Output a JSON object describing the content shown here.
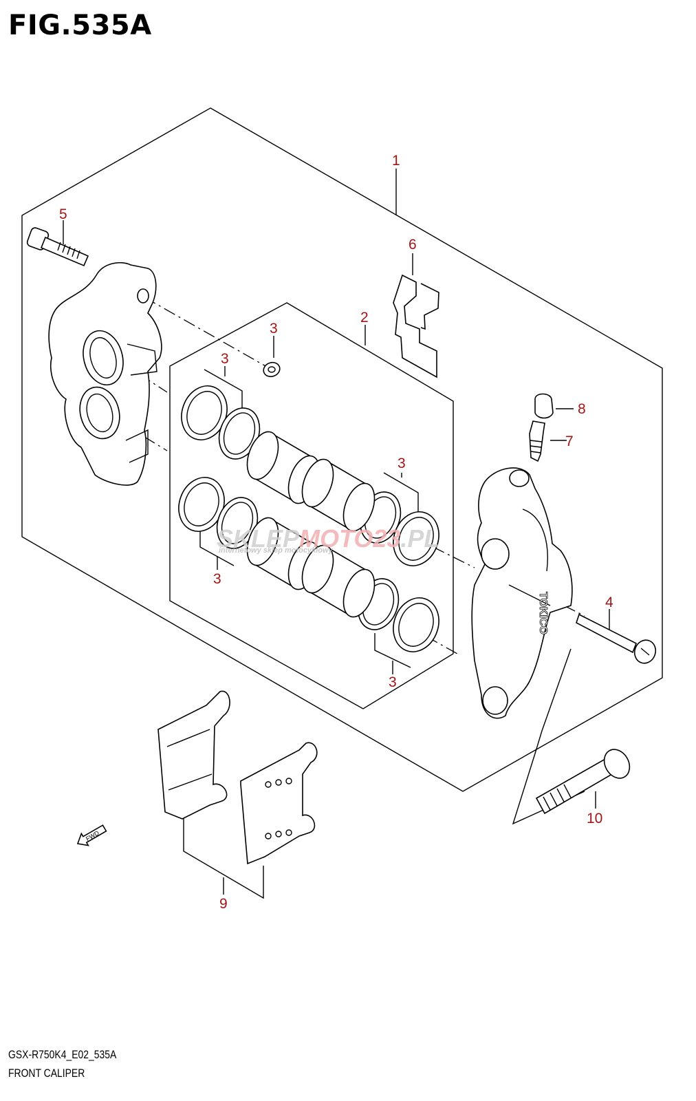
{
  "figure_title": "FIG.535A",
  "footer": {
    "code": "GSX-R750K4_E02_535A",
    "name": "FRONT CALIPER"
  },
  "callouts": {
    "c1": "1",
    "c2": "2",
    "c3a": "3",
    "c3b": "3",
    "c3c": "3",
    "c3d": "3",
    "c3e": "3",
    "c4": "4",
    "c5": "5",
    "c6": "6",
    "c7": "7",
    "c8": "8",
    "c9": "9",
    "c10": "10"
  },
  "fwd_label": "FWD",
  "caliper_brand": "TOKICO",
  "watermark": {
    "brand_a": "SKLEP",
    "brand_b": "MOTO",
    "brand_c": "23",
    "brand_d": ".PL",
    "tagline": "internetowy sklep motocyklowy"
  },
  "colors": {
    "callout": "#a31515",
    "watermark_gray": "#cfcfcf",
    "watermark_red": "#f2b0b0"
  }
}
